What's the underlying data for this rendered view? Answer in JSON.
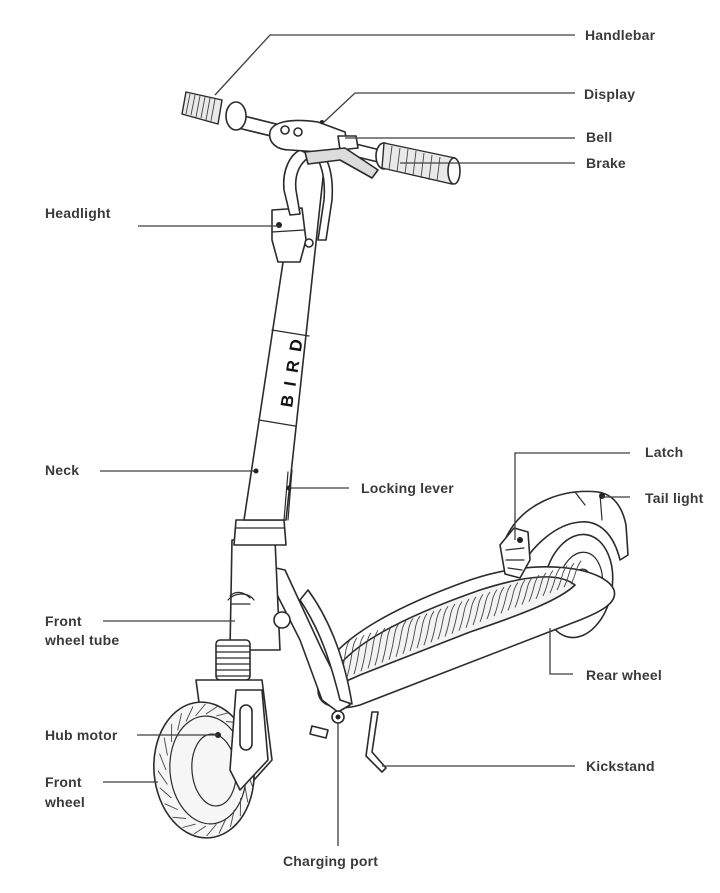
{
  "diagram": {
    "subject": "Electric scooter parts",
    "brand_mark": "BIRD",
    "labels": {
      "handlebar": "Handlebar",
      "display": "Display",
      "bell": "Bell",
      "brake": "Brake",
      "headlight": "Headlight",
      "neck": "Neck",
      "locking_lever": "Locking lever",
      "latch": "Latch",
      "tail_light": "Tail light",
      "front_wheel_tube_line1": "Front",
      "front_wheel_tube_line2": "wheel tube",
      "rear_wheel": "Rear wheel",
      "hub_motor": "Hub motor",
      "front_wheel_line1": "Front",
      "front_wheel_line2": "wheel",
      "kickstand": "Kickstand",
      "charging_port": "Charging port"
    }
  }
}
